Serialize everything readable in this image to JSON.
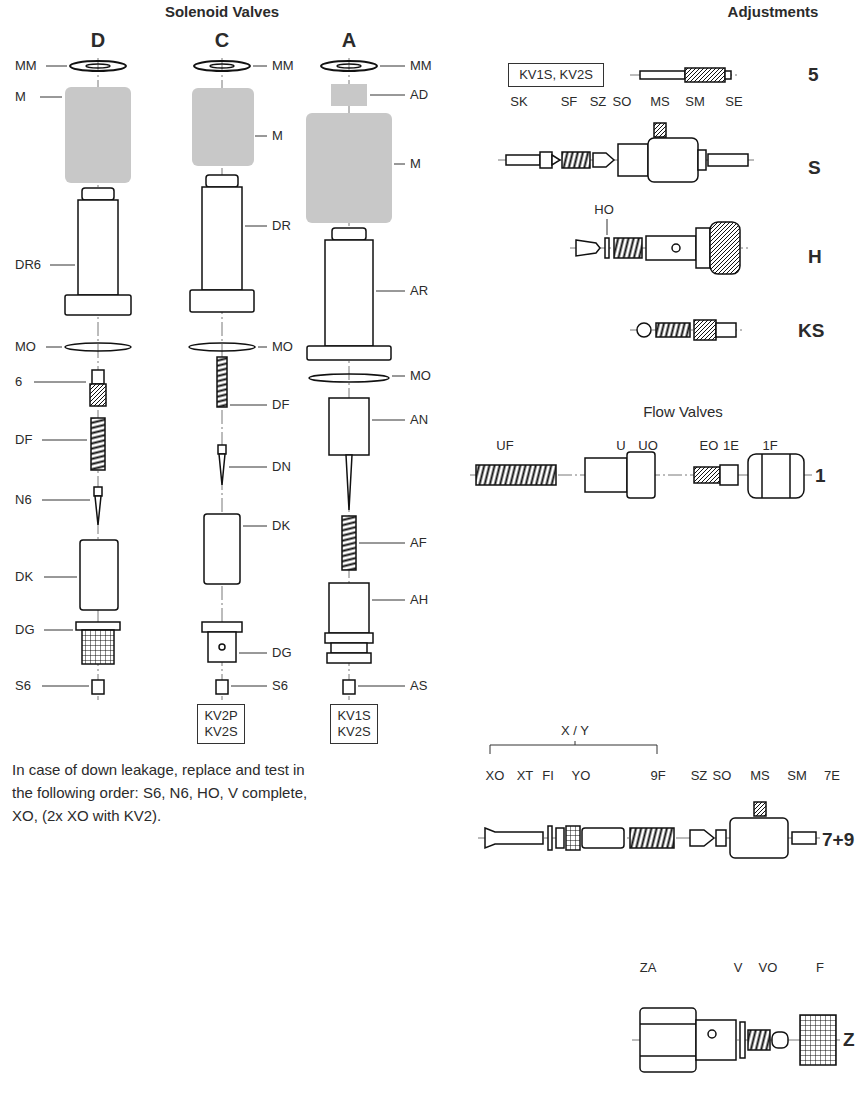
{
  "diagram": {
    "nodes": [
      {
        "text": [
          "KV1S, KV2S"
        ]
      },
      {
        "text": [
          "KV2P KV2S"
        ]
      },
      {
        "text": [
          "KV1S KV2S"
        ]
      }
    ],
    "labels": [
      "Solenoid Valves",
      "Adjustments",
      "D",
      "C",
      "A",
      "MM",
      "M",
      "DR6",
      "MO",
      "6",
      "DF",
      "N6",
      "DK",
      "DG",
      "S6",
      "MM",
      "M",
      "DR",
      "MO",
      "DF",
      "DN",
      "DK",
      "DG",
      "S6",
      "MM",
      "AD",
      "M",
      "AR",
      "MO",
      "AN",
      "AF",
      "AH",
      "AS",
      "5",
      "SK",
      "SF",
      "SZ",
      "SO",
      "MS",
      "SM",
      "SE",
      "S",
      "HO",
      "H",
      "KS",
      "Flow Valves",
      "UF",
      "U",
      "UO",
      "EO",
      "1E",
      "1F",
      "1",
      "In case of down leakage, replace and test in the following order: S6, N6, HO, V complete, XO, (2x XO with KV2).",
      "X / Y",
      "XO",
      "XT",
      "FI",
      "YO",
      "9F",
      "SZ",
      "SO",
      "MS",
      "SM",
      "7E",
      "7+9",
      "ZA",
      "V",
      "VO",
      "F",
      "Z"
    ]
  }
}
